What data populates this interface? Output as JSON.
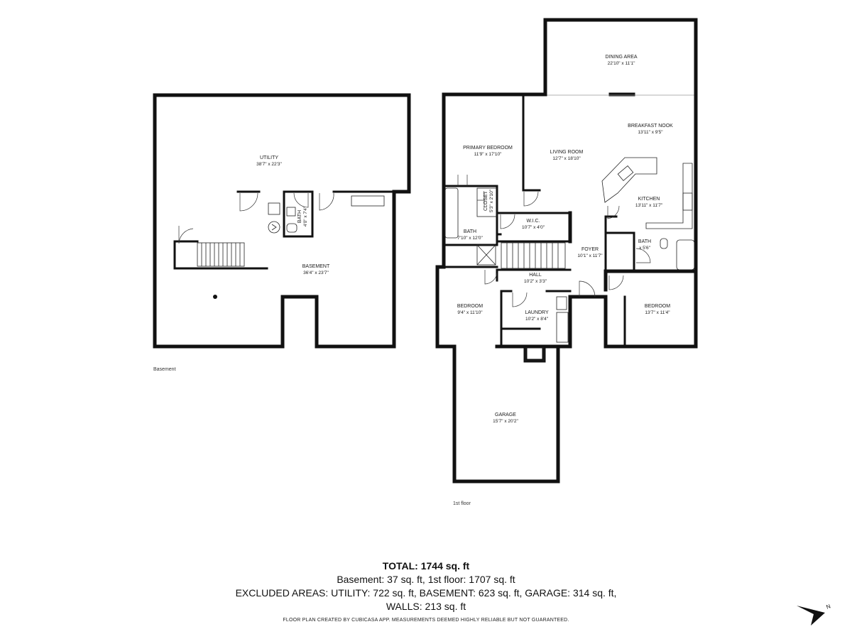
{
  "floors": {
    "basement": {
      "label": "Basement",
      "rooms": {
        "utility": {
          "name": "UTILITY",
          "dim": "38'7\" x 22'3\""
        },
        "basement": {
          "name": "BASEMENT",
          "dim": "36'4\" x 23'7\""
        },
        "bath": {
          "name": "BATH",
          "dim": "4'0\" x 7'4\""
        }
      }
    },
    "first": {
      "label": "1st floor",
      "rooms": {
        "dining": {
          "name": "DINING AREA",
          "dim": "22'10\" x 11'1\""
        },
        "breakfast": {
          "name": "BREAKFAST NOOK",
          "dim": "13'11\" x 9'5\""
        },
        "primary": {
          "name": "PRIMARY BEDROOM",
          "dim": "11'9\" x 17'10\""
        },
        "living": {
          "name": "LIVING ROOM",
          "dim": "12'7\" x 18'10\""
        },
        "kitchen": {
          "name": "KITCHEN",
          "dim": "13'11\" x 11'7\""
        },
        "closet": {
          "name": "CLOSET",
          "dim": "5'3\" x 2'10\""
        },
        "wic": {
          "name": "W.I.C.",
          "dim": "10'7\" x 4'0\""
        },
        "bath_primary": {
          "name": "BATH",
          "dim": "7'10\" x 12'0\""
        },
        "bath_small": {
          "name": "BATH",
          "dim": "x 5'6\""
        },
        "foyer": {
          "name": "FOYER",
          "dim": "10'1\" x 11'7\""
        },
        "hall": {
          "name": "HALL",
          "dim": "10'2\" x 3'3\""
        },
        "bedroom_left": {
          "name": "BEDROOM",
          "dim": "9'4\" x 11'10\""
        },
        "laundry": {
          "name": "LAUNDRY",
          "dim": "10'2\" x 8'4\""
        },
        "bedroom_right": {
          "name": "BEDROOM",
          "dim": "13'7\" x 11'4\""
        },
        "garage": {
          "name": "GARAGE",
          "dim": "15'7\" x 20'2\""
        }
      }
    }
  },
  "summary": {
    "total": "TOTAL: 1744 sq. ft",
    "line1": "Basement: 37 sq. ft, 1st floor: 1707 sq. ft",
    "line2": "EXCLUDED AREAS: UTILITY: 722 sq. ft, BASEMENT: 623 sq. ft, GARAGE: 314 sq. ft,",
    "line3": "WALLS: 213 sq. ft"
  },
  "footer": "FLOOR PLAN CREATED BY CUBICASA APP. MEASUREMENTS DEEMED HIGHLY RELIABLE BUT NOT GUARANTEED.",
  "compass": {
    "label": "N",
    "icon": "north-arrow-icon"
  }
}
